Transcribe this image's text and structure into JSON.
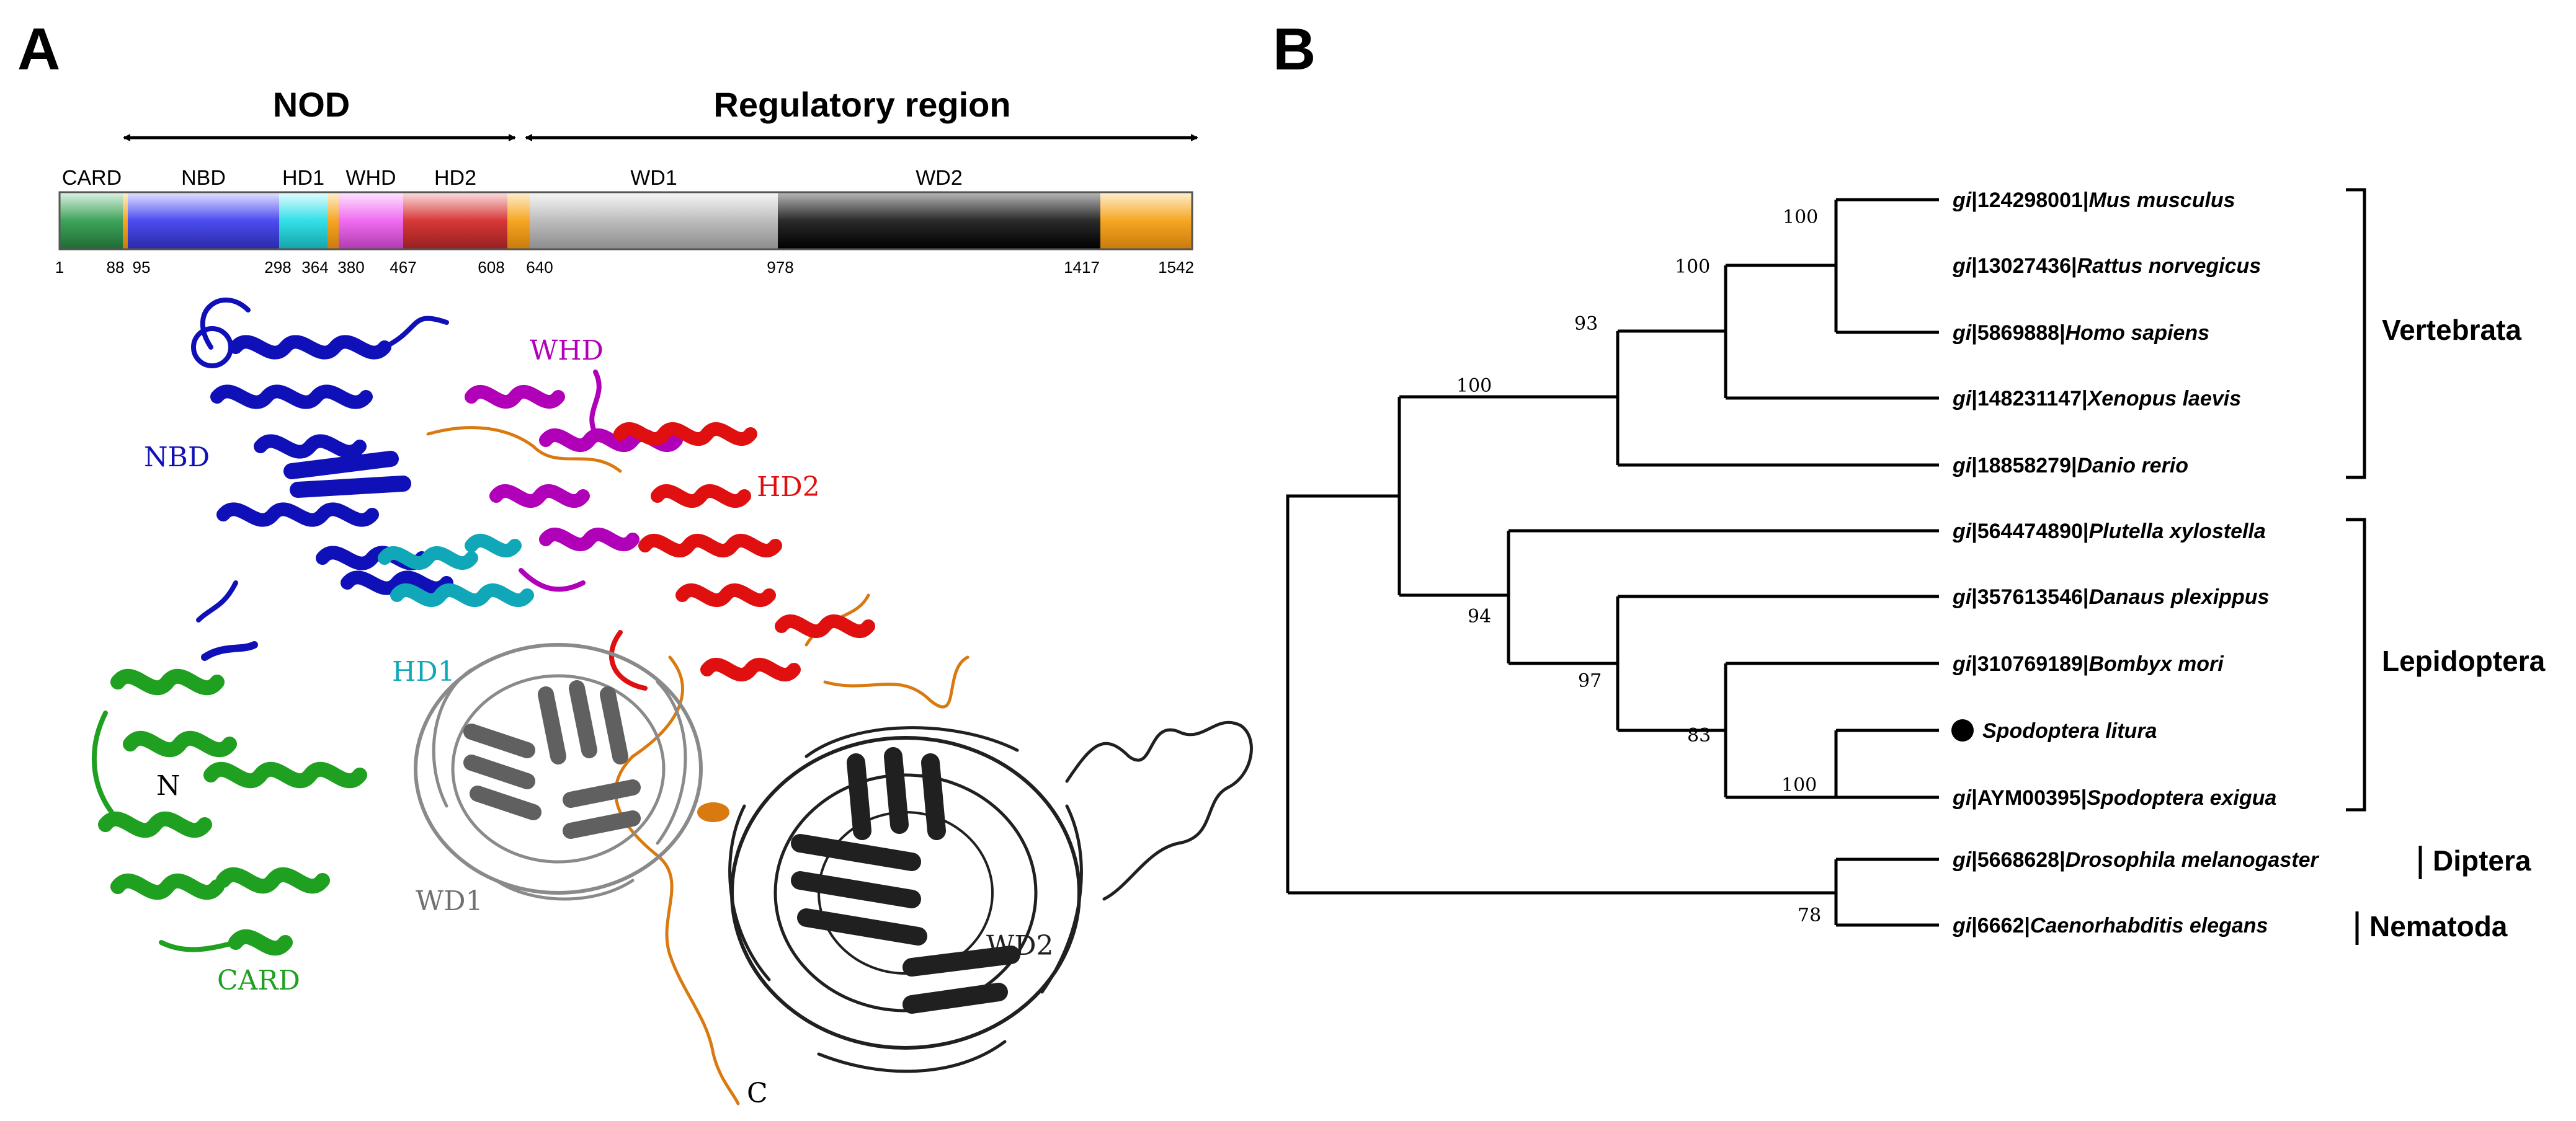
{
  "panels": {
    "a_label": "A",
    "b_label": "B"
  },
  "domain_map": {
    "nod_label": "NOD",
    "regulatory_label": "Regulatory region",
    "domains": [
      {
        "id": "card",
        "label": "CARD",
        "color": "#3fa35a"
      },
      {
        "id": "nbd",
        "label": "NBD",
        "color": "#4c4cf0"
      },
      {
        "id": "hd1",
        "label": "HD1",
        "color": "#33e0e8"
      },
      {
        "id": "whd",
        "label": "WHD",
        "color": "#f06cf0"
      },
      {
        "id": "hd2",
        "label": "HD2",
        "color": "#d83838"
      },
      {
        "id": "wd1",
        "label": "WD1",
        "color": "#bdbdbd"
      },
      {
        "id": "wd2",
        "label": "WD2",
        "color": "#2a2a2a"
      }
    ],
    "linker_color": "#f5a623",
    "positions": [
      "1",
      "88",
      "95",
      "298",
      "364",
      "380",
      "467",
      "608",
      "640",
      "978",
      "1417",
      "1542"
    ]
  },
  "structure": {
    "labels": {
      "nbd": "NBD",
      "whd": "WHD",
      "hd2": "HD2",
      "hd1": "HD1",
      "n_term": "N",
      "wd1": "WD1",
      "card": "CARD",
      "wd2": "WD2",
      "c_term": "C"
    },
    "colors": {
      "nbd": "#1010b8",
      "whd": "#b000b8",
      "hd2": "#e01010",
      "hd1": "#10a8b8",
      "card": "#20a020",
      "wd1": "#707070",
      "wd2": "#202020",
      "linker": "#d97a10"
    }
  },
  "tree": {
    "taxa": [
      {
        "id": "mus",
        "acc": "gi",
        "sep": "|124298001|",
        "species": "Mus musculus"
      },
      {
        "id": "rat",
        "acc": "gi",
        "sep": "|13027436|",
        "species": "Rattus norvegicus"
      },
      {
        "id": "hom",
        "acc": "gi",
        "sep": "|5869888|",
        "species": "Homo sapiens"
      },
      {
        "id": "xen",
        "acc": "gi",
        "sep": "|148231147|",
        "species": "Xenopus laevis"
      },
      {
        "id": "dan",
        "acc": "gi",
        "sep": "|18858279|",
        "species": "Danio rerio"
      },
      {
        "id": "plu",
        "acc": "gi",
        "sep": "|564474890|",
        "species": "Plutella xylostella"
      },
      {
        "id": "dpl",
        "acc": "gi",
        "sep": "|357613546|",
        "species": "Danaus plexippus"
      },
      {
        "id": "bom",
        "acc": "gi",
        "sep": "|310769189|",
        "species": "Bombyx mori"
      },
      {
        "id": "spl",
        "acc": "",
        "sep": "",
        "species": "Spodoptera litura"
      },
      {
        "id": "spe",
        "acc": "gi",
        "sep": "|AYM00395|",
        "species": "Spodoptera exigua"
      },
      {
        "id": "dro",
        "acc": "gi",
        "sep": "|5668628|",
        "species": "Drosophila melanogaster"
      },
      {
        "id": "cae",
        "acc": "gi",
        "sep": "|6662|",
        "species": "Caenorhabditis elegans"
      }
    ],
    "bootstrap": {
      "mus_rat": "100",
      "mammals": "100",
      "tetrapods": "93",
      "vertebrata": "100",
      "lepidoptera": "94",
      "dpl_group": "97",
      "bom_group": "83",
      "spodoptera": "100",
      "outgroup": "78"
    },
    "groups": {
      "vertebrata": "Vertebrata",
      "lepidoptera": "Lepidoptera",
      "diptera": "Diptera",
      "nematoda": "Nematoda"
    }
  }
}
